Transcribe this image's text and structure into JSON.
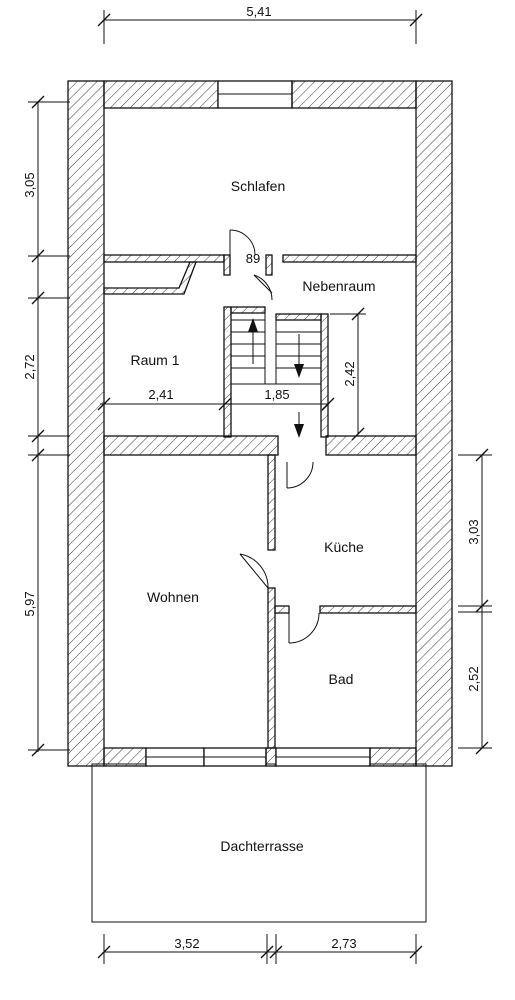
{
  "rooms": {
    "schlafen": "Schlafen",
    "nebenraum": "Nebenraum",
    "raum1": "Raum 1",
    "kueche": "Küche",
    "wohnen": "Wohnen",
    "bad": "Bad",
    "dachterrasse": "Dachterrasse"
  },
  "dimensions": {
    "top_width": "5,41",
    "left_schlafen": "3,05",
    "left_raum1": "2,72",
    "left_wohnen": "5,97",
    "right_kueche": "3,03",
    "right_bad": "2,52",
    "bottom_left": "3,52",
    "bottom_right": "2,73",
    "raum1_width": "2,41",
    "stair_width": "1,85",
    "stair_depth": "2,42",
    "door_width": "89"
  }
}
